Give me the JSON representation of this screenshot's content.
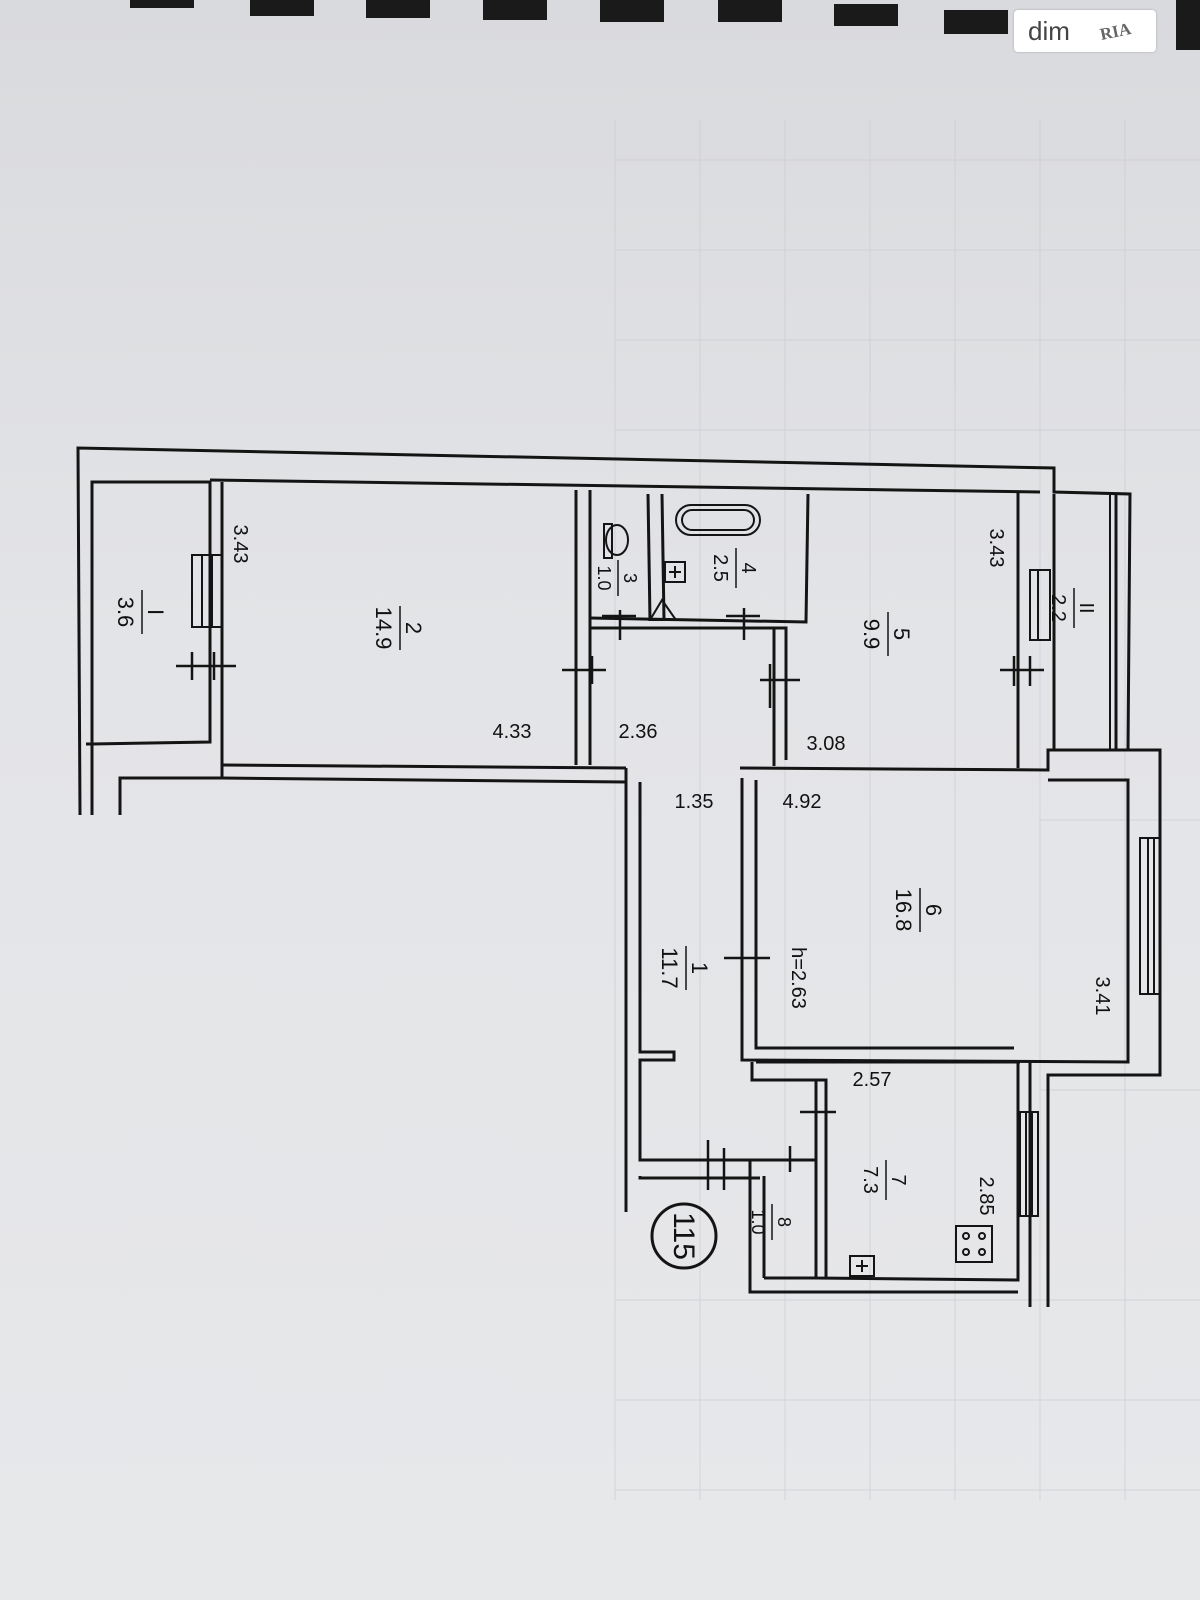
{
  "watermark": {
    "brand": "dim",
    "sub": "RIA"
  },
  "plan_number": "115",
  "ceiling_height": "h=2.63",
  "rooms": [
    {
      "id": "balcony-1",
      "number": "I",
      "area": "3.6"
    },
    {
      "id": "room-2",
      "number": "2",
      "area": "14.9"
    },
    {
      "id": "room-3",
      "number": "3",
      "area": "1.0"
    },
    {
      "id": "room-4",
      "number": "4",
      "area": "2.5"
    },
    {
      "id": "room-5",
      "number": "5",
      "area": "9.9"
    },
    {
      "id": "balcony-2",
      "number": "II",
      "area": "2.2"
    },
    {
      "id": "hall-1",
      "number": "1",
      "area": "11.7"
    },
    {
      "id": "room-6",
      "number": "6",
      "area": "16.8"
    },
    {
      "id": "room-7",
      "number": "7",
      "area": "7.3"
    },
    {
      "id": "room-8",
      "number": "8",
      "area": "1.0"
    }
  ],
  "dimensions": [
    "3.43",
    "4.33",
    "2.36",
    "3.43",
    "3.08",
    "1.35",
    "4.92",
    "3.41",
    "2.57",
    "2.85"
  ],
  "colors": {
    "line": "#141414",
    "paper": "#e3e4e7"
  }
}
